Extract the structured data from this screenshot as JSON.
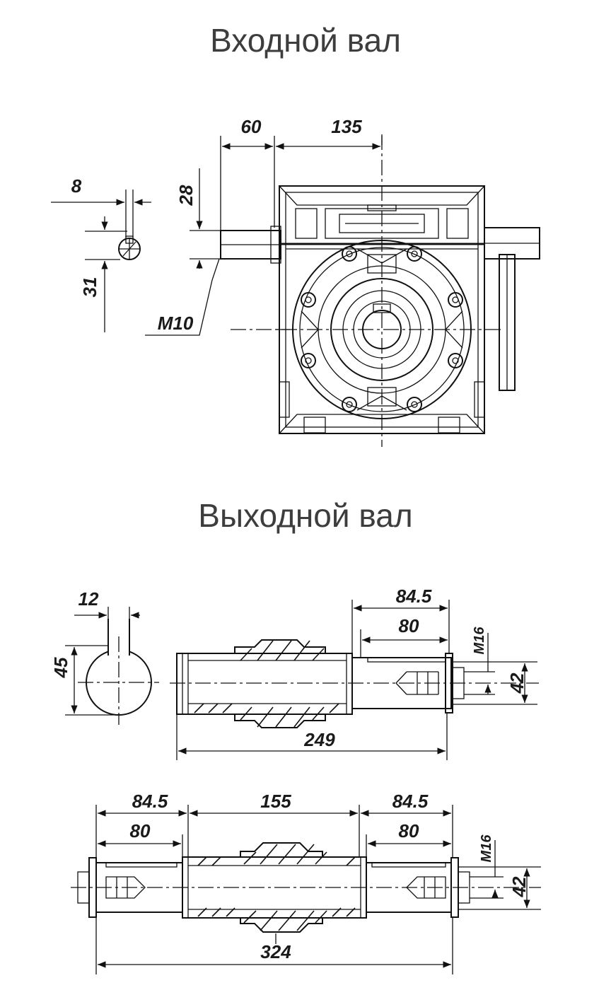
{
  "titles": {
    "input_shaft": "Входной вал",
    "output_shaft": "Выходной вал"
  },
  "input_dims": {
    "d60": "60",
    "d135": "135",
    "d8": "8",
    "d28": "28",
    "d31": "31",
    "m10": "M10"
  },
  "output_single_dims": {
    "d12": "12",
    "d45": "45",
    "d84_5": "84.5",
    "d80": "80",
    "m16": "M16",
    "d42": "42",
    "d249": "249"
  },
  "output_double_dims": {
    "d84_5_left": "84.5",
    "d155": "155",
    "d84_5_right": "84.5",
    "d80_left": "80",
    "d80_right": "80",
    "m16": "M16",
    "d42": "42",
    "d324": "324"
  }
}
